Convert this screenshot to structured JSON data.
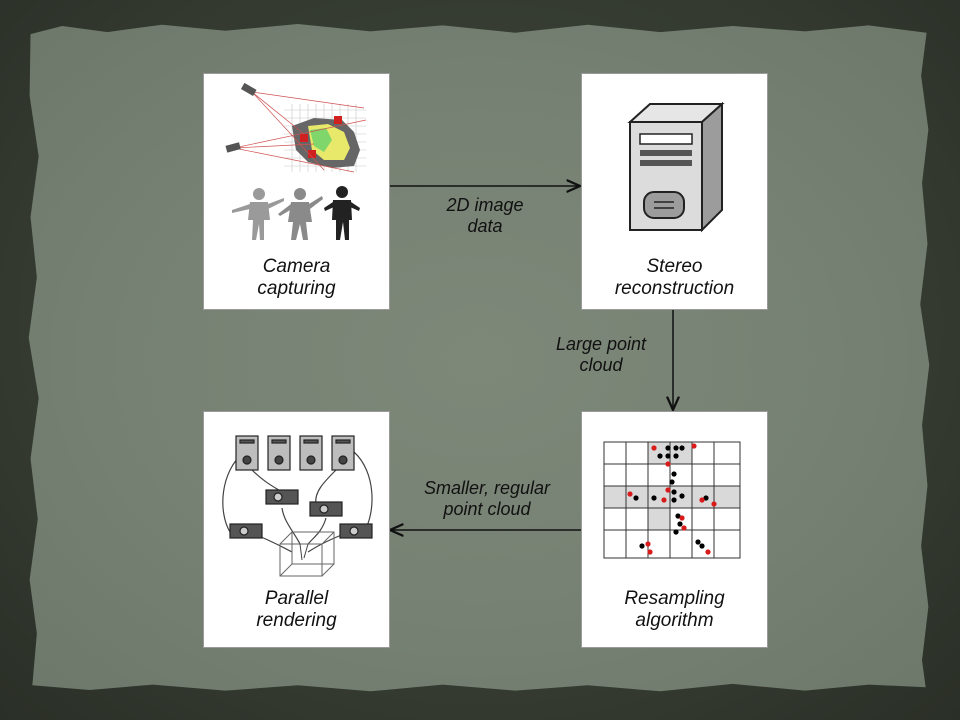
{
  "nodes": {
    "camera": {
      "label": "Camera\ncapturing"
    },
    "stereo": {
      "label": "Stereo\nreconstruction"
    },
    "resampling": {
      "label": "Resampling\nalgorithm"
    },
    "parallel": {
      "label": "Parallel\nrendering"
    }
  },
  "edges": {
    "camera_to_stereo": {
      "label": "2D image\ndata"
    },
    "stereo_to_resampling": {
      "label": "Large point\ncloud"
    },
    "resampling_to_parallel": {
      "label": "Smaller, regular\npoint cloud"
    }
  },
  "colors": {
    "slide_background": "#768173",
    "frame_background": "#33392f",
    "point_black": "#000000",
    "point_red": "#d81b1b",
    "grid_shade": "#d9d9d9"
  },
  "icons": [
    "camera-rig-icon",
    "dancer-silhouette-icon",
    "computer-tower-icon",
    "point-grid-icon",
    "render-cluster-icon",
    "projector-icon"
  ]
}
